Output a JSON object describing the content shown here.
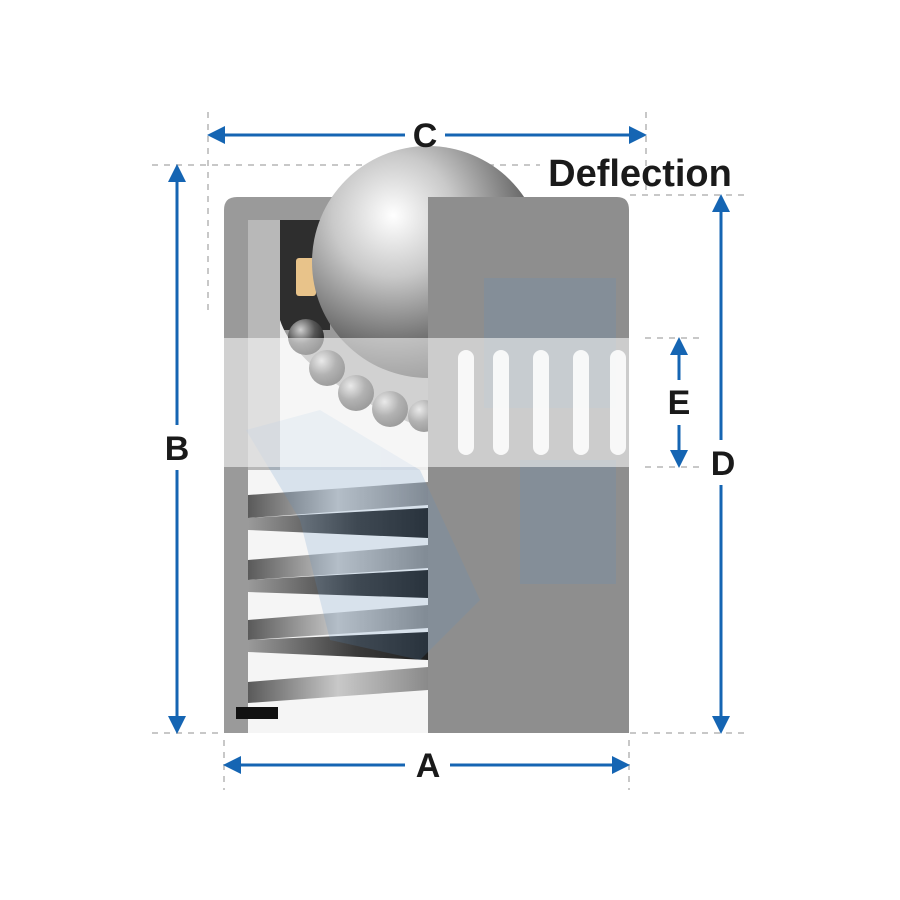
{
  "labels": {
    "deflection": "Deflection",
    "dim_a": "A",
    "dim_b": "B",
    "dim_c": "C",
    "dim_d": "D",
    "dim_e": "E"
  },
  "colors": {
    "arrow": "#1565b3",
    "housing": "#9a9a9a",
    "housing_dark": "#8a8a8a",
    "text": "#1a1a1a",
    "guide": "#b5b5b5"
  }
}
